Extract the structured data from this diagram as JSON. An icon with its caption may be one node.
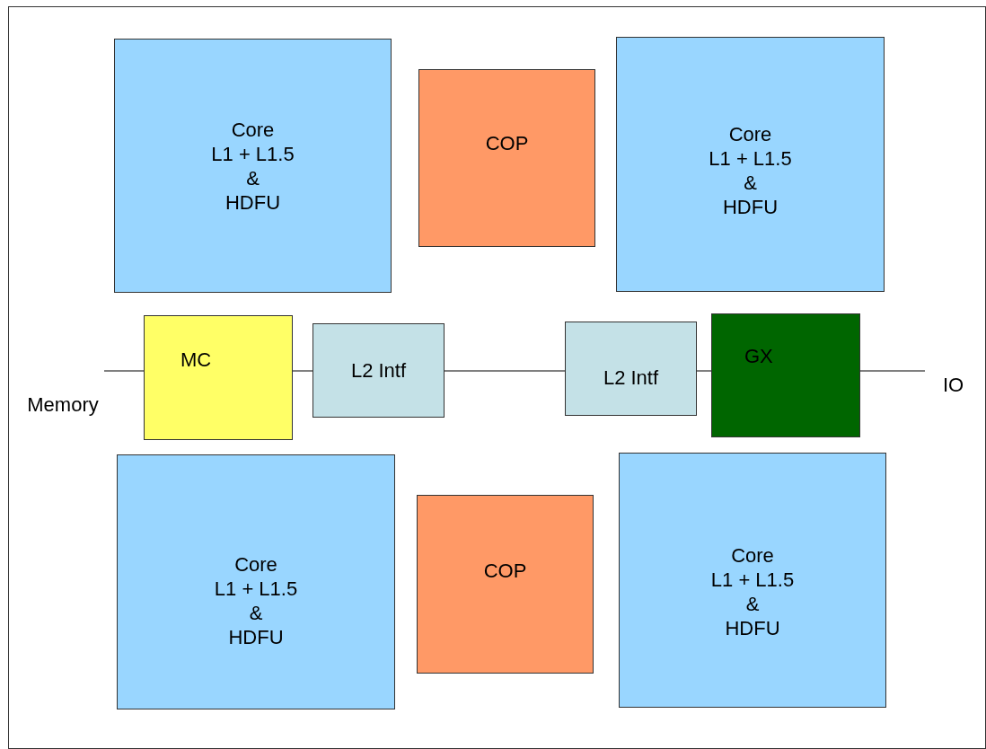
{
  "diagram": {
    "nodes": [
      {
        "text": [
          "Core",
          "L1 + L1.5",
          "&",
          "HDFU"
        ]
      },
      {
        "text": [
          "COP"
        ]
      },
      {
        "text": [
          "Core",
          "L1 + L1.5",
          "&",
          "HDFU"
        ]
      },
      {
        "text": [
          "MC"
        ]
      },
      {
        "text": [
          "L2 Intf"
        ]
      },
      {
        "text": [
          "L2 Intf"
        ]
      },
      {
        "text": [
          "GX"
        ]
      },
      {
        "text": [
          "Memory"
        ]
      },
      {
        "text": [
          "IO"
        ]
      },
      {
        "text": [
          "Core",
          "L1 + L1.5",
          "&",
          "HDFU"
        ]
      },
      {
        "text": [
          "COP"
        ]
      },
      {
        "text": [
          "Core",
          "L1 + L1.5",
          "&",
          "HDFU"
        ]
      }
    ],
    "edges": [
      {
        "from": 7,
        "to": 3,
        "arrow": "none"
      },
      {
        "from": 3,
        "to": 4,
        "arrow": "none"
      },
      {
        "from": 4,
        "to": 5,
        "arrow": "none"
      },
      {
        "from": 5,
        "to": 6,
        "arrow": "none"
      },
      {
        "from": 6,
        "to": 8,
        "arrow": "none"
      }
    ]
  }
}
